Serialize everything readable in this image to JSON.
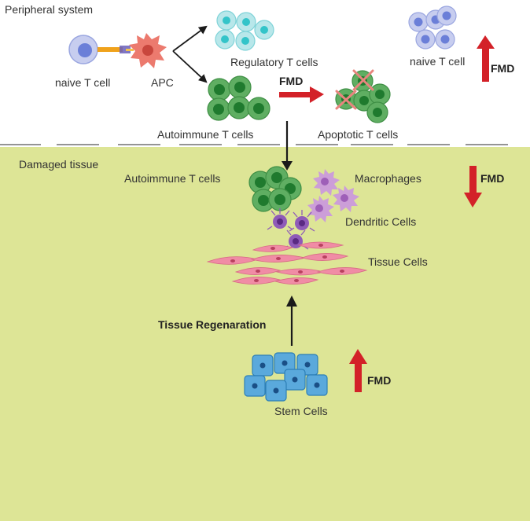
{
  "regions": {
    "peripheral": "Peripheral system",
    "tissue": "Damaged tissue"
  },
  "labels": {
    "naive_t_cell": "naive T cell",
    "apc": "APC",
    "regulatory": "Regulatory T cells",
    "naive_t_cell_right": "naive T cell",
    "autoimmune_top": "Autoimmune T cells",
    "apoptotic": "Apoptotic T cells",
    "autoimmune_tissue": "Autoimmune T cells",
    "macrophages": "Macrophages",
    "dendritic": "Dendritic Cells",
    "tissue_cells": "Tissue Cells",
    "regeneration": "Tissue Regenaration",
    "stem_cells": "Stem Cells"
  },
  "fmd": {
    "top_right": "FMD",
    "to_apoptotic": "FMD",
    "macrophages": "FMD",
    "stem": "FMD"
  },
  "colors": {
    "tissue_bg": "#dde596",
    "red_arrow": "#d32128",
    "green_cell": "#5fae62",
    "green_nucleus": "#1f7a2e",
    "teal_cell": "#b8e7ea",
    "teal_nucleus": "#33c4c9",
    "blue_cell": "#c7cdef",
    "blue_nucleus": "#6b7fd8",
    "macrophage": "#cc9ed8",
    "dendritic": "#8f5bb8",
    "tissue_cell": "#f08ca5",
    "stem_cell": "#5aa9dc",
    "stem_nucleus": "#1a4f86",
    "apc": "#ec7a6e"
  }
}
